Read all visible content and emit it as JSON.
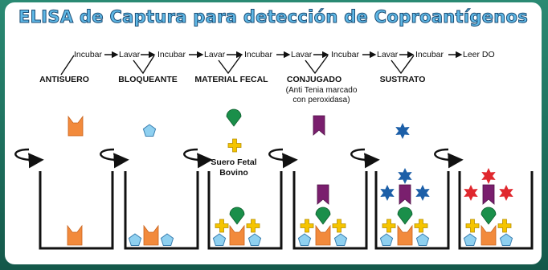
{
  "title": "ELISA de Captura para detección de Coproantígenos",
  "steps": {
    "incubar": "Incubar",
    "lavar": "Lavar",
    "leer": "Leer DO"
  },
  "stages": {
    "antisuero": "ANTISUERO",
    "bloqueante": "BLOQUEANTE",
    "material_fecal": "MATERIAL FECAL",
    "conjugado": "CONJUGADO",
    "conjugado_note_1": "(Anti Tenia marcado",
    "conjugado_note_2": "con peroxidasa)",
    "sustrato": "SUSTRATO"
  },
  "labels": {
    "suero_1": "Suero Fetal",
    "suero_2": "Bovino"
  },
  "colors": {
    "title_fill": "#5fb8e6",
    "antibody": "#f28a3c",
    "block": "#8fd0f0",
    "antigen": "#1a8f4a",
    "serum": "#f5c400",
    "conjugate": "#7a1f6e",
    "substrate_blue": "#1c5fa8",
    "substrate_red": "#e0282e"
  }
}
